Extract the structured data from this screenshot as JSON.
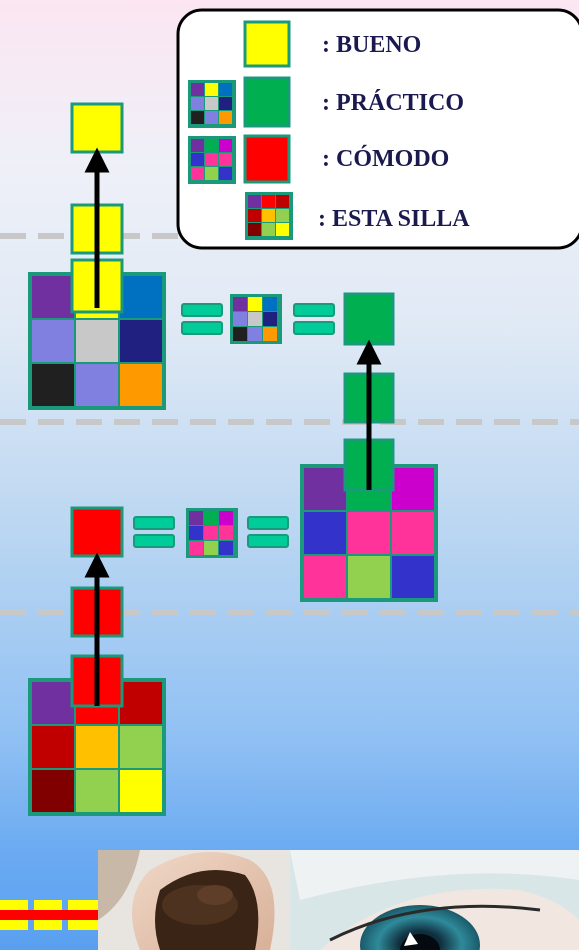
{
  "legend": {
    "items": [
      {
        "label": ": BUENO"
      },
      {
        "label": ": PRÁCTICO"
      },
      {
        "label": ": CÓMODO"
      },
      {
        "label": ": ESTA SILLA"
      }
    ]
  },
  "colors": {
    "yellow": "#ffff00",
    "green": "#00b050",
    "red": "#ff0000",
    "outline": "#1a9a7a",
    "dash": "#c8c8c8"
  },
  "photos": [
    {
      "name": "soil-in-hands-photo"
    },
    {
      "name": "eye-photo"
    }
  ]
}
